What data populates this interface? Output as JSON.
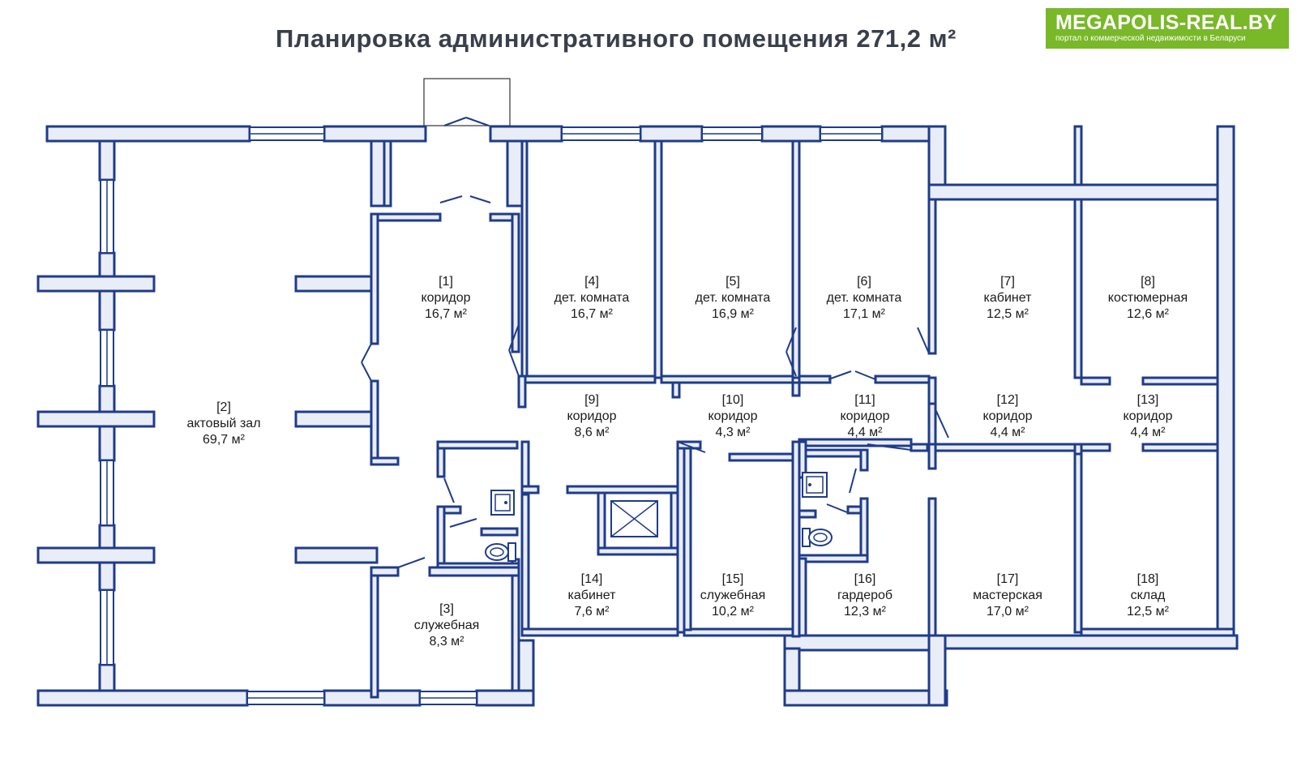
{
  "title": "Планировка административного помещения 271,2 м²",
  "logo": {
    "name": "MEGAPOLIS-REAL.BY",
    "tagline": "портал о коммерческой недвижимости в Беларуси"
  },
  "colors": {
    "wall_stroke": "#1f3c8a",
    "wall_fill": "#e9edf8",
    "logo_bg": "#79b828",
    "title": "#3a3f4c"
  },
  "rooms": [
    {
      "id": "[1]",
      "name": "коридор",
      "area": "16,7 м²"
    },
    {
      "id": "[2]",
      "name": "актовый зал",
      "area": "69,7 м²"
    },
    {
      "id": "[3]",
      "name": "служебная",
      "area": "8,3 м²"
    },
    {
      "id": "[4]",
      "name": "дет. комната",
      "area": "16,7 м²"
    },
    {
      "id": "[5]",
      "name": "дет. комната",
      "area": "16,9 м²"
    },
    {
      "id": "[6]",
      "name": "дет. комната",
      "area": "17,1 м²"
    },
    {
      "id": "[7]",
      "name": "кабинет",
      "area": "12,5 м²"
    },
    {
      "id": "[8]",
      "name": "костюмерная",
      "area": "12,6 м²"
    },
    {
      "id": "[9]",
      "name": "коридор",
      "area": "8,6 м²"
    },
    {
      "id": "[10]",
      "name": "коридор",
      "area": "4,3 м²"
    },
    {
      "id": "[11]",
      "name": "коридор",
      "area": "4,4 м²"
    },
    {
      "id": "[12]",
      "name": "коридор",
      "area": "4,4 м²"
    },
    {
      "id": "[13]",
      "name": "коридор",
      "area": "4,4 м²"
    },
    {
      "id": "[14]",
      "name": "кабинет",
      "area": "7,6 м²"
    },
    {
      "id": "[15]",
      "name": "служебная",
      "area": "10,2 м²"
    },
    {
      "id": "[16]",
      "name": "гардероб",
      "area": "12,3 м²"
    },
    {
      "id": "[17]",
      "name": "мастерская",
      "area": "17,0 м²"
    },
    {
      "id": "[18]",
      "name": "склад",
      "area": "12,5 м²"
    }
  ]
}
